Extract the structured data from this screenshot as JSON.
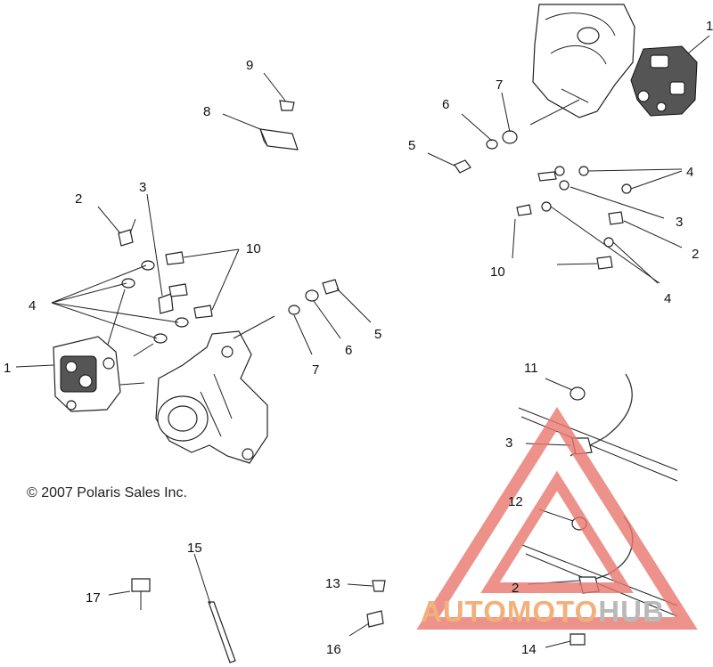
{
  "diagram": {
    "callouts": {
      "c1_right": "1",
      "c1_left": "1",
      "c2_left": "2",
      "c2_right": "2",
      "c2_bottom": "2",
      "c3_left": "3",
      "c3_right": "3",
      "c3_lower": "3",
      "c4_left": "4",
      "c4_right_top": "4",
      "c4_right_bottom": "4",
      "c5_left": "5",
      "c5_right": "5",
      "c6_left": "6",
      "c6_right": "6",
      "c7_left": "7",
      "c7_right": "7",
      "c8": "8",
      "c9": "9",
      "c10_left": "10",
      "c10_right": "10",
      "c11": "11",
      "c12": "12",
      "c13": "13",
      "c14": "14",
      "c15": "15",
      "c16": "16",
      "c17": "17"
    },
    "copyright": "© 2007 Polaris Sales Inc."
  },
  "watermark": {
    "part1": "AUTOMOTO",
    "part2": "HUB",
    "color_primary": "#f2b07a",
    "color_secondary": "#b9b9b9",
    "logo_color": "#e8786f"
  }
}
